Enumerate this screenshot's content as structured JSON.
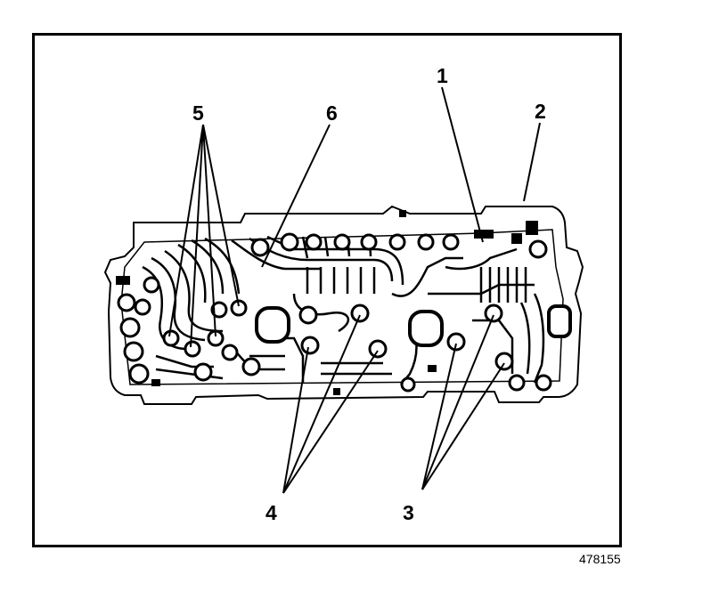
{
  "callouts": {
    "c1": "1",
    "c2": "2",
    "c3": "3",
    "c4": "4",
    "c5": "5",
    "c6": "6"
  },
  "figure_id": "478155",
  "colors": {
    "ink": "#000000",
    "paper": "#ffffff"
  }
}
